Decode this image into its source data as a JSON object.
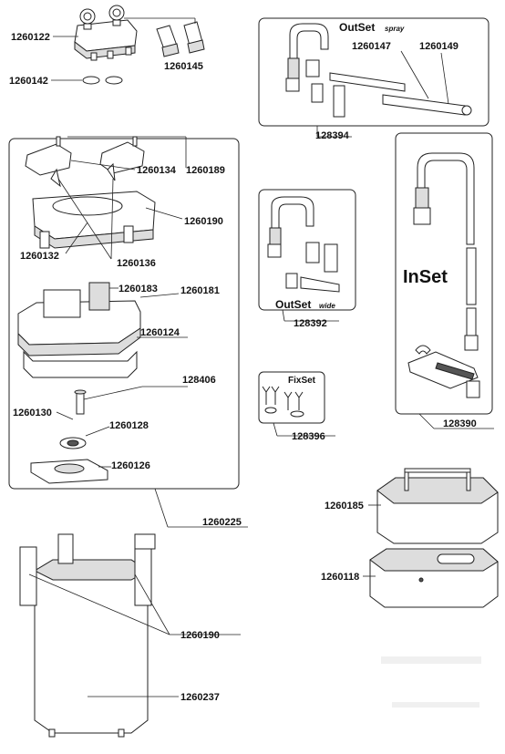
{
  "labels": {
    "p1260122": "1260122",
    "p1260142": "1260142",
    "p1260145": "1260145",
    "p1260147": "1260147",
    "p1260149": "1260149",
    "p128394": "128394",
    "p1260134": "1260134",
    "p1260189": "1260189",
    "p1260190a": "1260190",
    "p1260132": "1260132",
    "p1260136": "1260136",
    "p1260183": "1260183",
    "p1260181": "1260181",
    "p1260124": "1260124",
    "p128406": "128406",
    "p1260130": "1260130",
    "p1260128": "1260128",
    "p1260126": "1260126",
    "p1260225": "1260225",
    "p128392": "128392",
    "p128396": "128396",
    "p128390": "128390",
    "p1260185": "1260185",
    "p1260118": "1260118",
    "p1260190b": "1260190",
    "p1260237": "1260237"
  },
  "sets": {
    "outset_spray_main": "OutSet",
    "outset_spray_sub": "spray",
    "outset_wide_main": "OutSet",
    "outset_wide_sub": "wide",
    "fixset": "FixSet",
    "inset": "InSet"
  }
}
